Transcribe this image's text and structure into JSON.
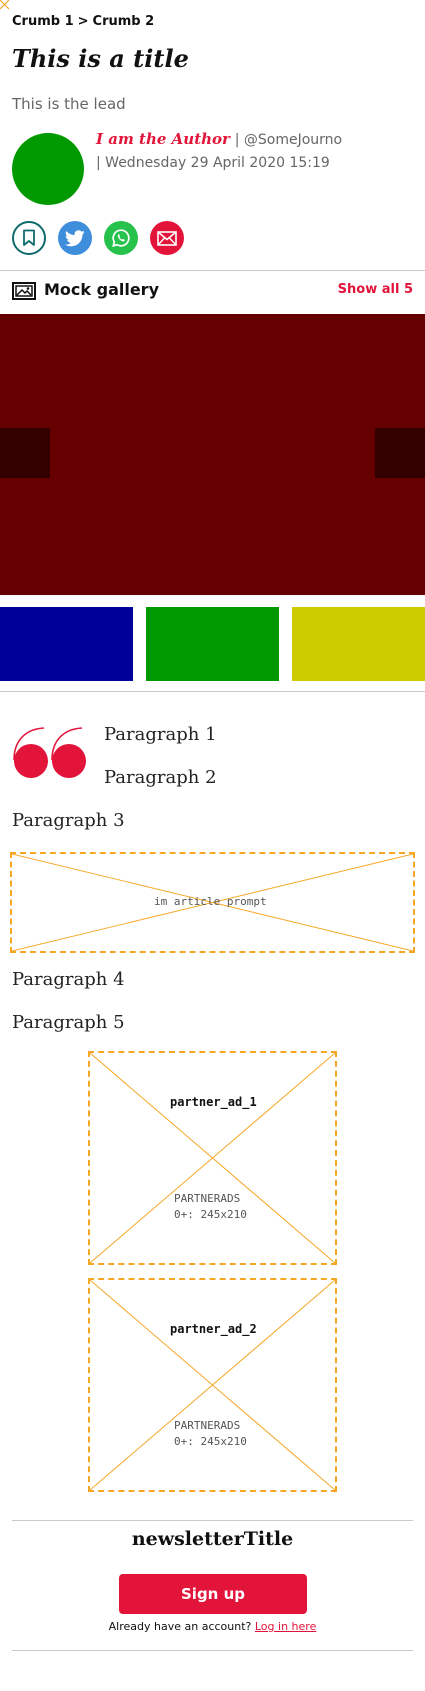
{
  "breadcrumb": {
    "items": [
      "Crumb 1",
      "Crumb 2"
    ],
    "separator": ">"
  },
  "article": {
    "title": "This is a title",
    "lead": "This is the lead",
    "author": "I am the Author",
    "handle": "@SomeJourno",
    "date": "Wednesday 29 April 2020 15:19"
  },
  "share": {
    "icons": [
      "bookmark-icon",
      "twitter-icon",
      "whatsapp-icon",
      "email-icon"
    ]
  },
  "gallery": {
    "title": "Mock gallery",
    "show_all": "Show all 5",
    "icon": "gallery-icon"
  },
  "body": {
    "paragraphs": [
      "Paragraph 1",
      "Paragraph 2",
      "Paragraph 3",
      "Paragraph 4",
      "Paragraph 5"
    ]
  },
  "ads": {
    "article_prompt": "im article prompt",
    "partner_ad_1": {
      "name": "partner_ad_1",
      "type": "PARTNERADS",
      "size": "0+: 245x210"
    },
    "partner_ad_2": {
      "name": "partner_ad_2",
      "type": "PARTNERADS",
      "size": "0+: 245x210"
    }
  },
  "newsletter": {
    "title": "newsletterTitle",
    "signup_label": "Sign up",
    "account_prompt": "Already have an account?",
    "login_label": "Log in here"
  },
  "colors": {
    "accent": "#e3143a",
    "avatar": "#009900",
    "gallery_main": "#660000",
    "gallery_nav": "#330000",
    "thumb_1": "#000099",
    "thumb_2": "#009900",
    "thumb_3": "#cccc00",
    "placeholder_border": "#f5a623"
  }
}
